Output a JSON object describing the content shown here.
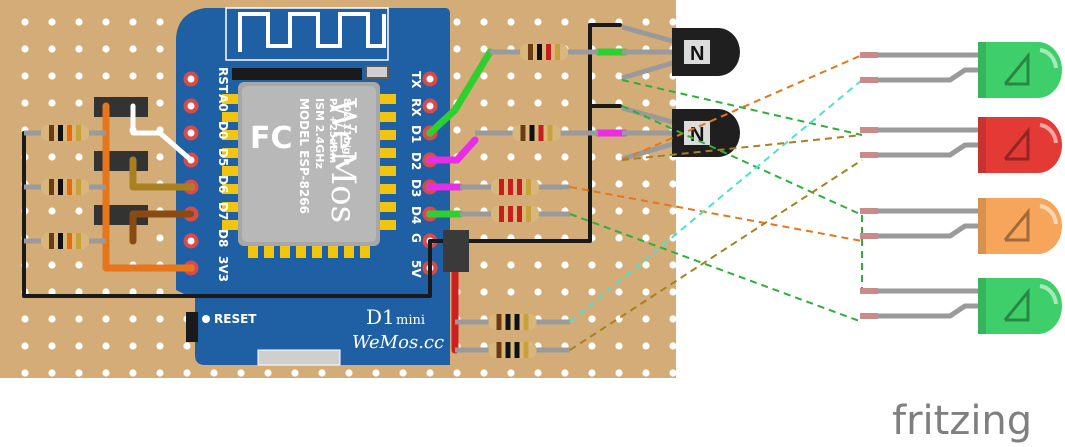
{
  "board": {
    "model": "MODEL ESP-8266",
    "ism": "ISM 2.4GHz",
    "pa": "PA +25dBm",
    "wifi": "802.11b/g/n",
    "logo": "WeMos",
    "name_main": "D1",
    "name_sub": "mini",
    "brand": "WeMos.cc",
    "reset_label": "RESET",
    "fc_mark": "FC"
  },
  "pins_left": [
    "RST",
    "A0",
    "D0",
    "D5",
    "D6",
    "D7",
    "D8",
    "3V3"
  ],
  "pins_right": [
    "TX",
    "RX",
    "D1",
    "D2",
    "D3",
    "D4",
    "G",
    "5V"
  ],
  "transistor_label": "N",
  "leds": [
    {
      "color_name": "green",
      "color": "#3fcf6a"
    },
    {
      "color_name": "red",
      "color": "#e43a36"
    },
    {
      "color_name": "orange",
      "color": "#f6a55a"
    },
    {
      "color_name": "green",
      "color": "#3fcf6a"
    }
  ],
  "colors": {
    "stripboard": "#d4ac78",
    "board_blue": "#1f5fa4",
    "wire_orange": "#e5761b",
    "wire_green": "#2fcf2f",
    "wire_magenta": "#e62ee6",
    "wire_black": "#1a1a1a",
    "wire_red": "#cc1f1f",
    "wire_brown": "#8a4b12"
  },
  "watermark": "fritzing"
}
